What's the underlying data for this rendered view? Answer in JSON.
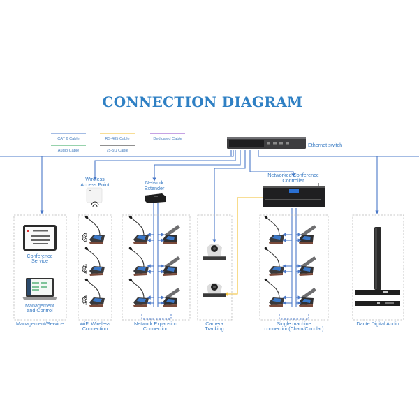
{
  "title": "CONNECTION DIAGRAM",
  "legend": [
    {
      "label": "CAT 6 Cable",
      "color": "#4a78c8"
    },
    {
      "label": "RS-485 Cable",
      "color": "#f2be2e"
    },
    {
      "label": "Dedicated Cable",
      "color": "#8e44c8"
    },
    {
      "label": "Audio Cable",
      "color": "#2fa65a"
    },
    {
      "label": "75-5Ω Cable",
      "color": "#222222"
    }
  ],
  "devices": {
    "ethernet_switch": "Ethernet switch",
    "wireless_ap": [
      "Wireless",
      "Access Point"
    ],
    "network_extender": [
      "Network",
      "Extender"
    ],
    "controller": [
      "Networked Conference",
      "Controller"
    ],
    "conference_service": [
      "Conference",
      "Service"
    ],
    "management": [
      "Management",
      "and Control"
    ]
  },
  "groups": {
    "management": [
      "Management/Service"
    ],
    "wifi": [
      "WiFi Wireless",
      "Connection"
    ],
    "network_expansion": [
      "Network Expansion",
      "Connection"
    ],
    "camera": [
      "Camera",
      "Tracking"
    ],
    "single": [
      "Single machine",
      "connection(Chain/Circular)"
    ],
    "dante": [
      "Dante Digital Audio"
    ]
  },
  "colors": {
    "accent": "#2f80c4",
    "wire": "#4a78c8",
    "rs485": "#f2be2e"
  }
}
